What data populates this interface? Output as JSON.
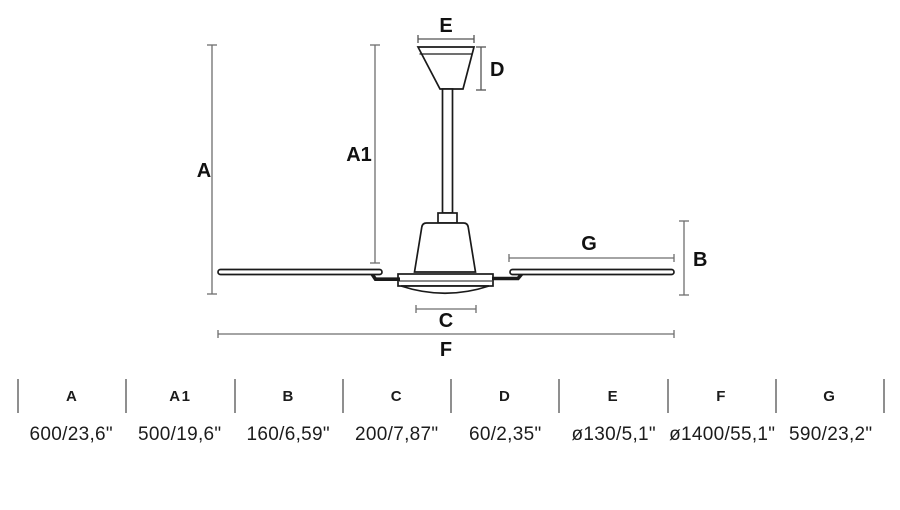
{
  "diagram": {
    "title": "ceiling-fan-dimension-drawing",
    "labels": {
      "A": "A",
      "A1": "A1",
      "B": "B",
      "C": "C",
      "D": "D",
      "E": "E",
      "F": "F",
      "G": "G"
    },
    "colors": {
      "outline": "#1a1a1a",
      "dimension_line": "#6e6e6e",
      "label_text": "#111111",
      "background": "#ffffff"
    }
  },
  "table": {
    "divider_color": "#8f8f8f",
    "columns": [
      {
        "label": "A",
        "value": "600/23,6\""
      },
      {
        "label": "A1",
        "value": "500/19,6\""
      },
      {
        "label": "B",
        "value": "160/6,59\""
      },
      {
        "label": "C",
        "value": "200/7,87\""
      },
      {
        "label": "D",
        "value": "60/2,35\""
      },
      {
        "label": "E",
        "value": "ø130/5,1\""
      },
      {
        "label": "F",
        "value": "ø1400/55,1\""
      },
      {
        "label": "G",
        "value": "590/23,2\""
      }
    ]
  }
}
